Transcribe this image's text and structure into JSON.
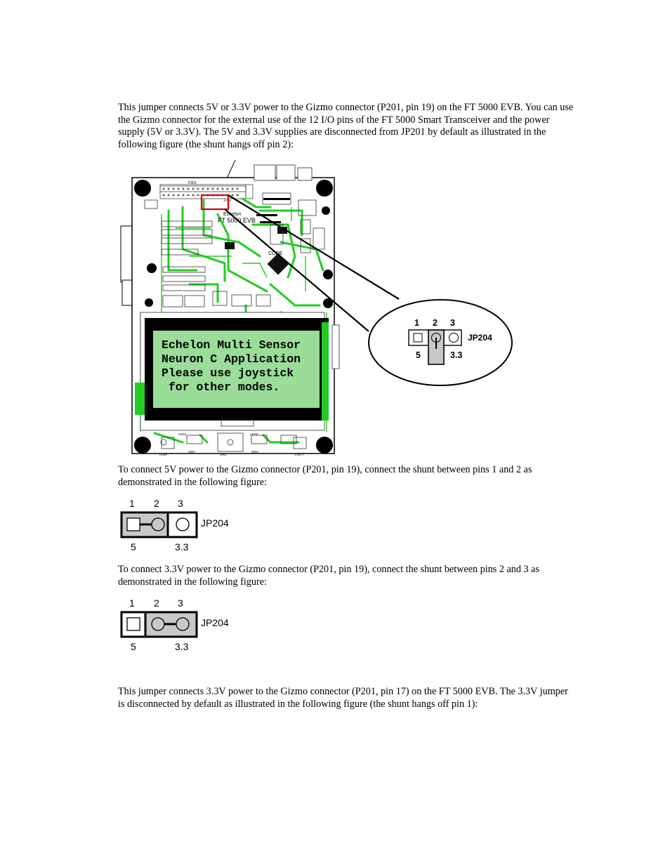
{
  "paragraphs": {
    "p1": "This jumper connects 5V or 3.3V power to the Gizmo connector (P201, pin 19) on the FT 5000 EVB. You can use the Gizmo connector for the external use of the 12 I/O pins of the FT 5000 Smart Transceiver and the power supply (5V or 3.3V).  The 5V and 3.3V supplies are disconnected from JP201 by default as illustrated in the following figure (the shunt hangs off pin 2):",
    "p2": " To connect 5V power to the Gizmo connector (P201, pin 19), connect the shunt between pins 1 and 2 as demonstrated in the following figure:",
    "p3": "To connect 3.3V power to the Gizmo connector (P201, pin 19), connect the shunt between pins 2 and 3 as demonstrated in the following figure:",
    "p4": "This jumper connects 3.3V power to the Gizmo connector (P201, pin 17) on the FT 5000 EVB.  The 3.3V jumper is disconnected by default as illustrated in the following figure (the shunt hangs off pin 1):"
  },
  "board": {
    "lcd_lines": [
      "Echelon Multi Sensor",
      "Neuron C Application",
      "Please use joystick",
      " for other modes."
    ],
    "silk": {
      "brand": "Echelon",
      "model": "FT 5000 EVB",
      "core": "CORE",
      "jp204": "JP204",
      "p201": "P201",
      "temp": "TEMP",
      "light": "LIGHT",
      "sw1": "SW1",
      "sw2": "SW2",
      "sw3": "SW3",
      "led1": "LED1",
      "led2": "LED2"
    }
  },
  "callout": {
    "pins": [
      "1",
      "2",
      "3"
    ],
    "label": "JP204",
    "left_value": "5",
    "right_value": "3.3"
  },
  "fig2": {
    "pins": [
      "1",
      "2",
      "3"
    ],
    "label": "JP204",
    "left_value": "5",
    "right_value": "3.3"
  },
  "fig3": {
    "pins": [
      "1",
      "2",
      "3"
    ],
    "label": "JP204",
    "left_value": "5",
    "right_value": "3.3"
  },
  "colors": {
    "board": "#ffffff",
    "trace": "#22cc22",
    "lcd_bezel": "#000000",
    "lcd_screen": "#99dd99",
    "highlight": "#dd0000",
    "shunt": "#c8c8c8"
  }
}
